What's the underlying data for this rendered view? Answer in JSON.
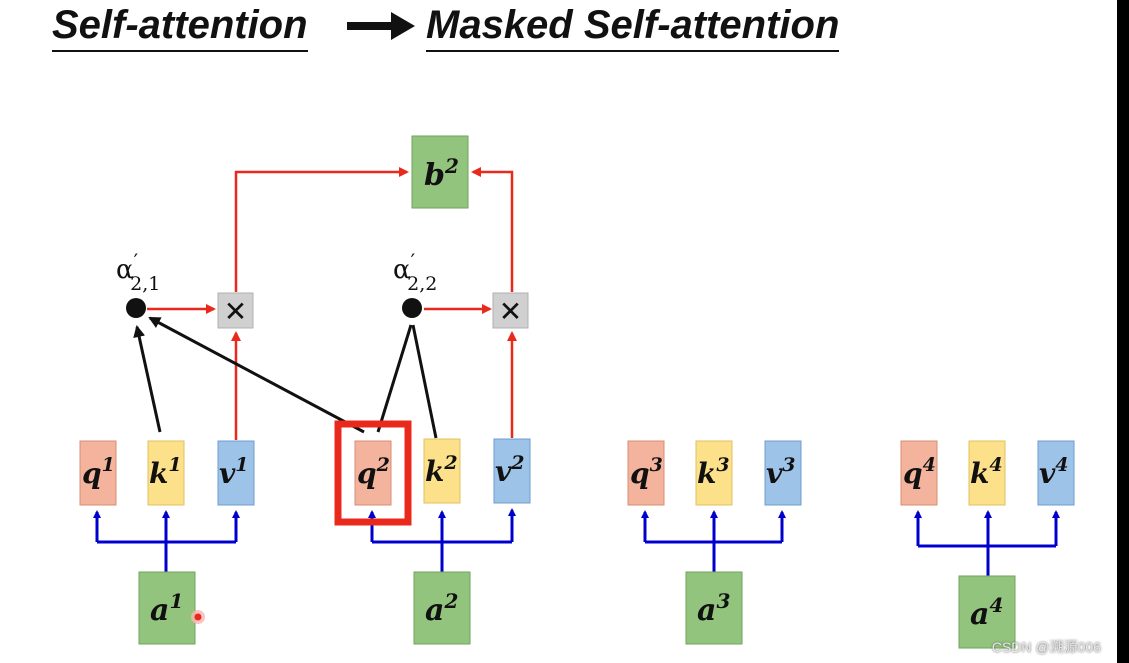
{
  "title": {
    "left": "Self-attention",
    "right": "Masked Self-attention"
  },
  "colors": {
    "q": "#f4b39d",
    "k": "#fde08a",
    "v": "#9dc3e9",
    "a": "#93c47d",
    "b": "#93c47d",
    "blue_arrow": "#0000cc",
    "red_arrow": "#e8291c",
    "highlight": "#e8291c"
  },
  "columns": [
    {
      "q": "q",
      "k": "k",
      "v": "v",
      "a": "a",
      "sup": "1"
    },
    {
      "q": "q",
      "k": "k",
      "v": "v",
      "a": "a",
      "sup": "2"
    },
    {
      "q": "q",
      "k": "k",
      "v": "v",
      "a": "a",
      "sup": "3"
    },
    {
      "q": "q",
      "k": "k",
      "v": "v",
      "a": "a",
      "sup": "4"
    }
  ],
  "output": {
    "base": "b",
    "sup": "2"
  },
  "alphas": [
    {
      "base": "α",
      "prime": "′",
      "sub": "2,1"
    },
    {
      "base": "α",
      "prime": "′",
      "sub": "2,2"
    }
  ],
  "multiply_symbol": "✕",
  "watermark": "CSDN @溯源006"
}
